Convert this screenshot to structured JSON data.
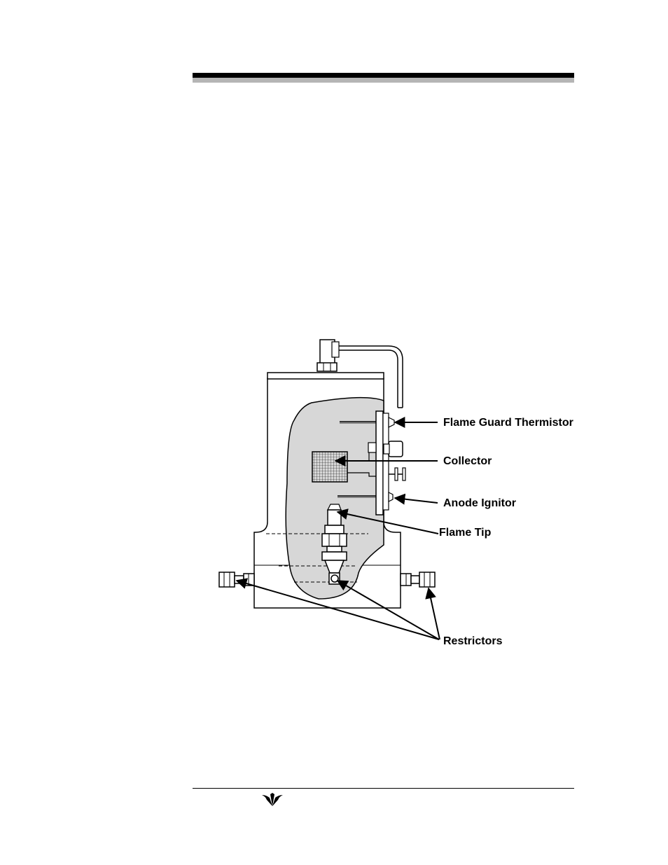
{
  "labels": {
    "thermistor": "Flame Guard Thermistor",
    "collector": "Collector",
    "anode": "Anode Ignitor",
    "flame_tip": "Flame Tip",
    "restrictors": "Restrictors"
  },
  "colors": {
    "cutaway_fill": "#d7d7d7",
    "line": "#000000",
    "rule_gray": "#b5b5b5"
  },
  "icons": {
    "footer_logo": "teledyne-logo-icon"
  }
}
